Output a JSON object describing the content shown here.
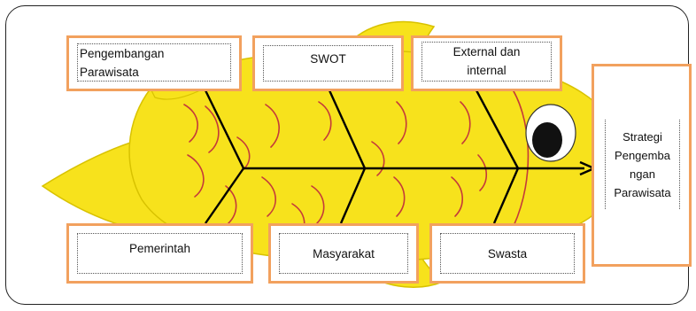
{
  "diagram": {
    "type": "fishbone",
    "causes_top": [
      {
        "label": "Pengembangan\nParawisata"
      },
      {
        "label": "SWOT"
      },
      {
        "label": "External dan\ninternal"
      }
    ],
    "causes_bottom": [
      {
        "label": "Pemerintah"
      },
      {
        "label": "Masyarakat"
      },
      {
        "label": "Swasta"
      }
    ],
    "effect": {
      "label": "Strategi\nPengemba\nngan\nParawisata"
    },
    "colors": {
      "fish_body": "#f7e21c",
      "fish_outline": "#d8c200",
      "scales": "#c43a3a",
      "box_border": "#f2a15e",
      "bones": "#000000"
    }
  }
}
